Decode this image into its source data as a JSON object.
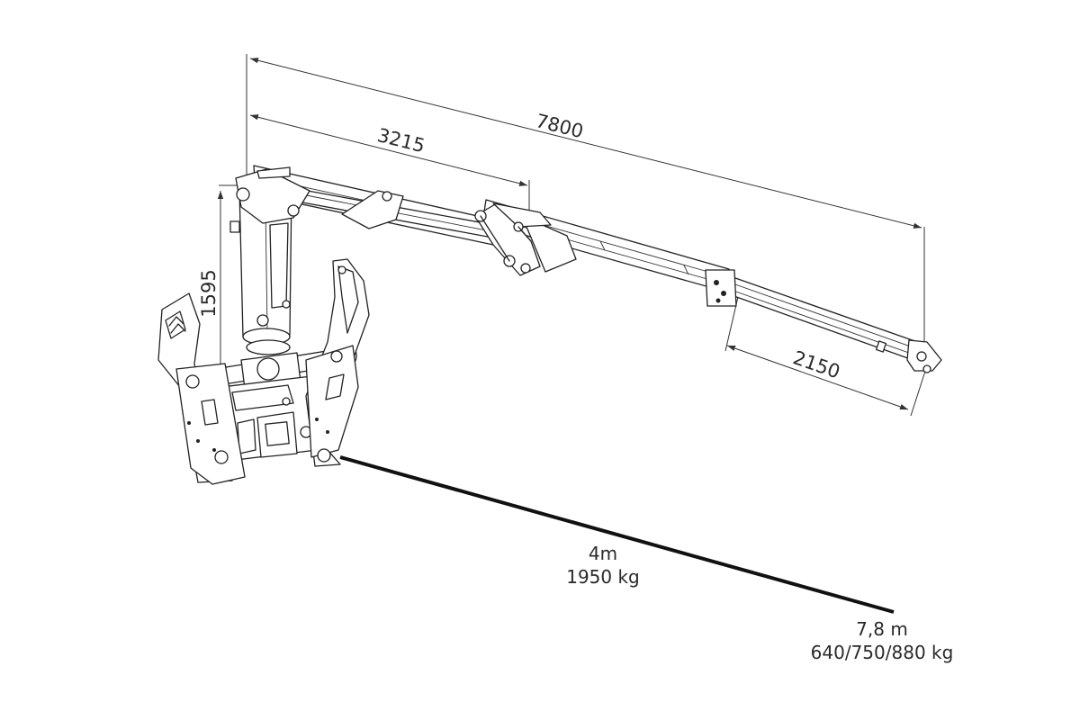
{
  "dimensions": {
    "overall_reach": "7800",
    "main_boom": "3215",
    "extension": "2150",
    "column_height": "1595"
  },
  "reach_scale": {
    "near": {
      "reach": "4m",
      "load": "1950 kg"
    },
    "far": {
      "reach": "7,8 m",
      "load": "640/750/880 kg"
    }
  },
  "colors": {
    "ink": "#222222",
    "background": "#ffffff"
  }
}
